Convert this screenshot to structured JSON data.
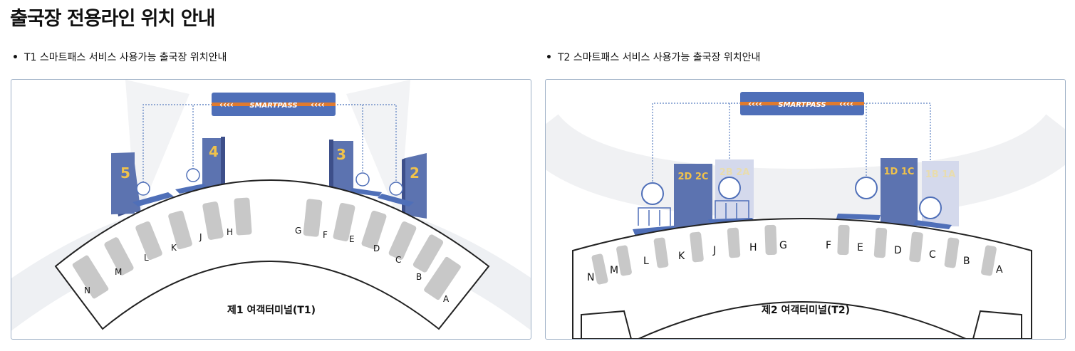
{
  "page": {
    "title": "출국장 전용라인 위치 안내"
  },
  "t1": {
    "label": "T1 스마트패스 서비스 사용가능 출국장 위치안내",
    "smartpass_sign": "SMARTPASS",
    "terminal_name": "제1 여객터미널(T1)",
    "departure_gates": [
      "5",
      "4",
      "3",
      "2"
    ],
    "counters": [
      "N",
      "M",
      "L",
      "K",
      "J",
      "H",
      "G",
      "F",
      "E",
      "D",
      "C",
      "B",
      "A"
    ]
  },
  "t2": {
    "label": "T2 스마트패스 서비스 사용가능 출국장 위치안내",
    "smartpass_sign": "SMARTPASS",
    "terminal_name": "제2 여객터미널(T2)",
    "departure_gates": [
      "2D 2C",
      "2B 2A",
      "1D 1C",
      "1B 1A"
    ],
    "counters": [
      "N",
      "M",
      "L",
      "K",
      "J",
      "H",
      "G",
      "F",
      "E",
      "D",
      "C",
      "B",
      "A"
    ]
  },
  "colors": {
    "gate_blue": "#5c73b0",
    "gate_number": "#f0c24b",
    "sign_blue": "#4f6fb8",
    "sign_orange": "#e07a2e",
    "counter_gray": "#c8c8c8",
    "dotted_line": "#5b7fc0"
  }
}
